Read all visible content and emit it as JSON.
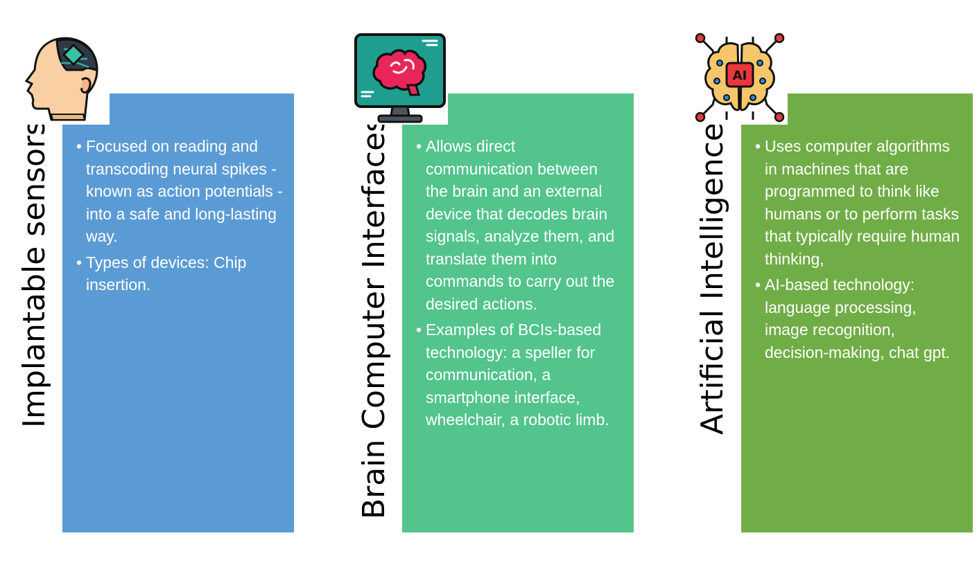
{
  "columns": [
    {
      "title": "Implantable sensors",
      "icon": "head-chip-icon",
      "color": "#5b9bd5",
      "bullets": [
        "Focused on reading and transcoding neural spikes - known as action potentials - into a safe and long-lasting way.",
        "Types of devices: Chip insertion."
      ]
    },
    {
      "title": "Brain Computer Interfaces",
      "icon": "brain-monitor-icon",
      "color": "#52c48c",
      "bullets": [
        "Allows direct communication between the brain and an external device that decodes brain signals, analyze them, and translate them into commands to carry out the desired actions.",
        "Examples of BCIs-based technology: a speller for communication, a smartphone interface, wheelchair, a robotic limb."
      ]
    },
    {
      "title": "Artificial Intelligence",
      "icon": "ai-brain-circuit-icon",
      "color": "#70ad47",
      "bullets": [
        " Uses computer algorithms in machines that are programmed to think like humans or to perform tasks that typically require human thinking,",
        "AI-based technology: language processing, image recognition, decision-making, chat gpt."
      ]
    }
  ]
}
